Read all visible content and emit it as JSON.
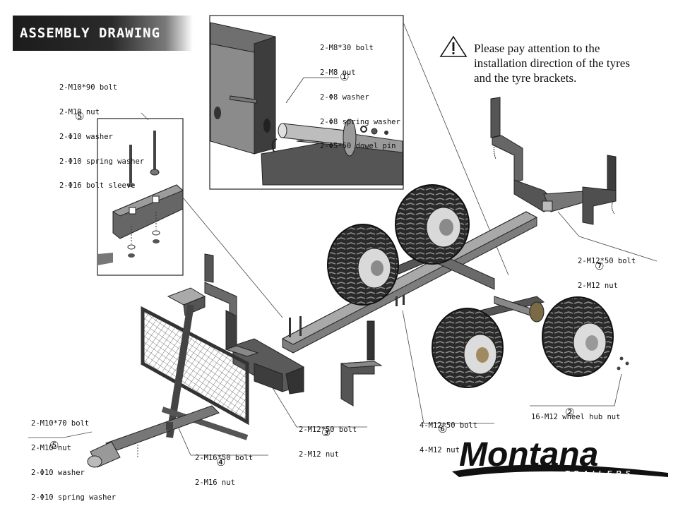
{
  "header": {
    "title": "ASSEMBLY DRAWING"
  },
  "notice": {
    "icon": "warning-triangle-icon",
    "lines": [
      "Please pay attention to the",
      "installation direction of the tyres",
      "and the tyre brackets."
    ]
  },
  "callouts": {
    "c1": {
      "number": "①",
      "lines": [
        "2-M8*30 bolt",
        "2-M8 nut",
        "2-Φ8 washer",
        "2-Φ8 spring washer",
        "2-Φ5*50 dowel pin"
      ]
    },
    "c5_top": {
      "number": "⑤",
      "lines": [
        "2-M10*90 bolt",
        "2-M10 nut",
        "2-Φ10 washer",
        "2-Φ10 spring washer",
        "2-Φ16 bolt sleeve"
      ]
    },
    "c7": {
      "number": "⑦",
      "lines": [
        "2-M12*50 bolt",
        "2-M12 nut"
      ]
    },
    "c2": {
      "number": "②",
      "lines": [
        "16-M12 wheel hub nut"
      ]
    },
    "c6": {
      "number": "⑥",
      "lines": [
        "4-M12*50 bolt",
        "4-M12 nut"
      ]
    },
    "c3": {
      "number": "③",
      "lines": [
        "2-M12*50 bolt",
        "2-M12 nut"
      ]
    },
    "c4": {
      "number": "④",
      "lines": [
        "2-M16*50 bolt",
        "2-M16 nut"
      ]
    },
    "c5_bottom": {
      "number": "⑤",
      "lines": [
        "2-M10*70 bolt",
        "2-M10 nut",
        "2-Φ10 washer",
        "2-Φ10 spring washer"
      ]
    }
  },
  "logo": {
    "main": "Montana",
    "sub": "TRAILERS"
  },
  "colors": {
    "frame": "#4a4a4a",
    "frame_light": "#8a8a8a",
    "tyre": "#262626",
    "rim": "#d8d8d8",
    "line": "#333333"
  }
}
